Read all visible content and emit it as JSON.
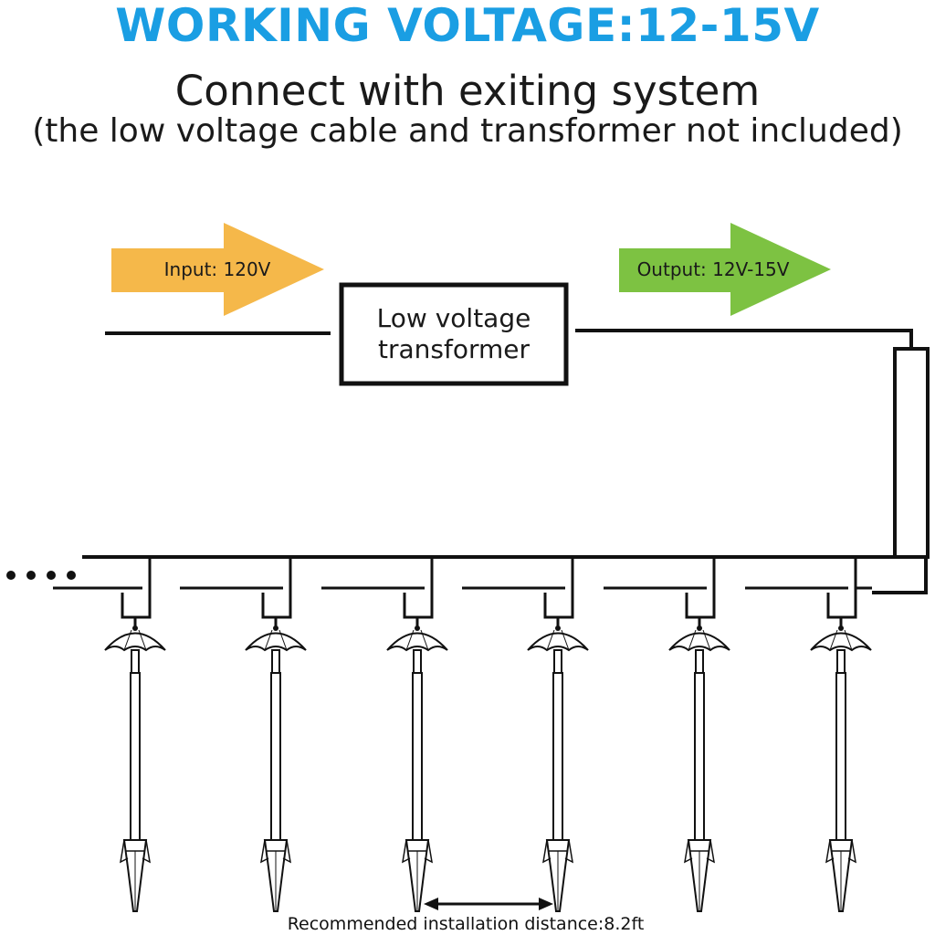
{
  "header": {
    "title": "WORKING VOLTAGE:12-15V",
    "subtitle": "Connect with exiting system",
    "note": "(the low voltage cable and transformer not included)"
  },
  "input_arrow": {
    "label": "Input: 120V",
    "color": "#f5b84a"
  },
  "output_arrow": {
    "label": "Output: 12V-15V",
    "color": "#7dc242"
  },
  "transformer": {
    "line1": "Low voltage",
    "line2": "transformer"
  },
  "continuation": "....",
  "lights": {
    "count": 6,
    "icon": "umbrella-stake-light-icon"
  },
  "caption": "Recommended installation distance:8.2ft",
  "colors": {
    "title": "#1a9ee3",
    "line": "#111111"
  }
}
